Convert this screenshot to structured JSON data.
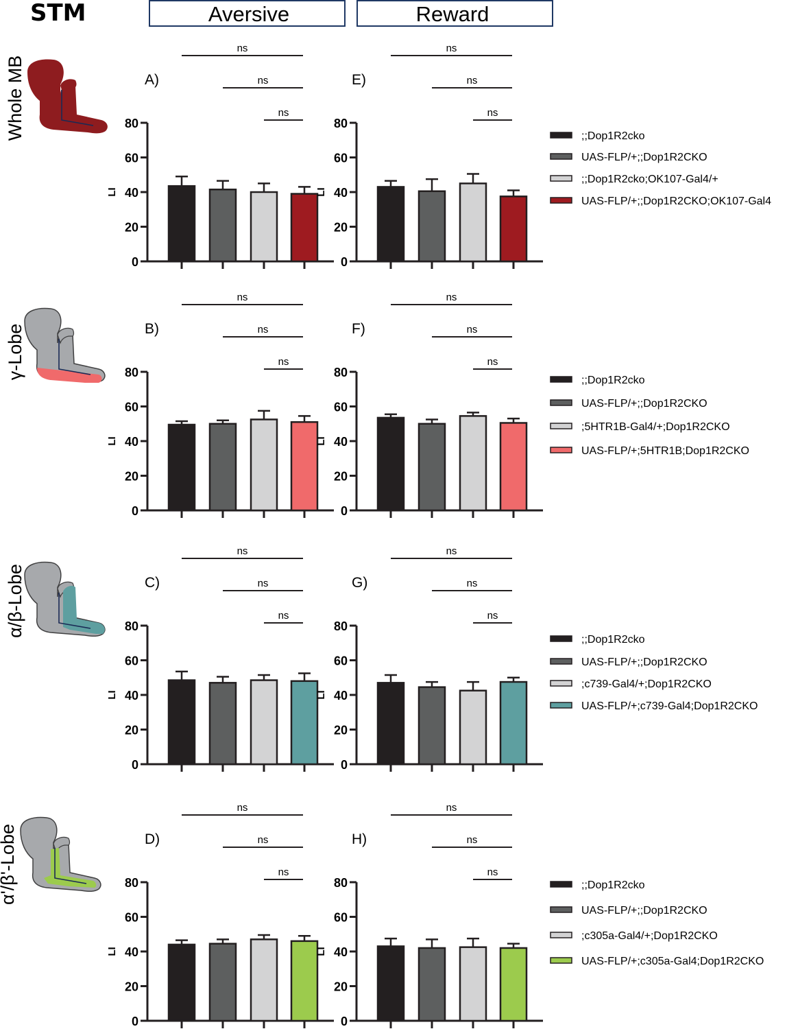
{
  "figure": {
    "title": "STM",
    "columns": [
      "Aversive",
      "Reward"
    ],
    "significance_label": "ns",
    "y_axis_label": "LI",
    "y_ticks": [
      0,
      20,
      40,
      60,
      80
    ]
  },
  "rows": [
    {
      "label": "Whole MB",
      "icon": "mushroom-body-whole-icon",
      "highlight_color": "#8e1c1f",
      "legend": [
        {
          "label": ";;Dop1R2cko",
          "color": "#231f20"
        },
        {
          "label": "UAS-FLP/+;;Dop1R2CKO",
          "color": "#5d5f5f"
        },
        {
          "label": ";;Dop1R2cko;OK107-Gal4/+",
          "color": "#d3d3d4"
        },
        {
          "label": "UAS-FLP/+;;Dop1R2CKO;OK107-Gal4",
          "color": "#9e1b20"
        }
      ]
    },
    {
      "label": "γ-Lobe",
      "icon": "mushroom-body-gamma-lobe-icon",
      "highlight_color": "#f06a6b",
      "legend": [
        {
          "label": ";;Dop1R2cko",
          "color": "#231f20"
        },
        {
          "label": "UAS-FLP/+;;Dop1R2CKO",
          "color": "#5d5f5f"
        },
        {
          "label": ";5HTR1B-Gal4/+;Dop1R2CKO",
          "color": "#d3d3d4"
        },
        {
          "label": "UAS-FLP/+;5HTR1B;Dop1R2CKO",
          "color": "#f06a6b"
        }
      ]
    },
    {
      "label": "α/β-Lobe",
      "icon": "mushroom-body-alpha-beta-lobe-icon",
      "highlight_color": "#5e9fa0",
      "legend": [
        {
          "label": ";;Dop1R2cko",
          "color": "#231f20"
        },
        {
          "label": "UAS-FLP/+;;Dop1R2CKO",
          "color": "#5d5f5f"
        },
        {
          "label": ";c739-Gal4/+;Dop1R2CKO",
          "color": "#d3d3d4"
        },
        {
          "label": "UAS-FLP/+;c739-Gal4;Dop1R2CKO",
          "color": "#5e9fa0"
        }
      ]
    },
    {
      "label": "α'/β'-Lobe",
      "icon": "mushroom-body-alpha-prime-beta-prime-lobe-icon",
      "highlight_color": "#9ccb4d",
      "legend": [
        {
          "label": ";;Dop1R2cko",
          "color": "#231f20"
        },
        {
          "label": "UAS-FLP/+;;Dop1R2CKO",
          "color": "#5d5f5f"
        },
        {
          "label": ";c305a-Gal4/+;Dop1R2CKO",
          "color": "#d3d3d4"
        },
        {
          "label": "UAS-FLP/+;c305a-Gal4;Dop1R2CKO",
          "color": "#9ccb4d"
        }
      ]
    }
  ],
  "chart_data": [
    {
      "panel": "A)",
      "type": "bar",
      "column": "Aversive",
      "row": "Whole MB",
      "ylabel": "LI",
      "ylim": [
        0,
        80
      ],
      "values": [
        43.5,
        41.5,
        40,
        39
      ],
      "errors": [
        5.5,
        5,
        5,
        4
      ],
      "colors": [
        "#231f20",
        "#5d5f5f",
        "#d3d3d4",
        "#9e1b20"
      ],
      "comparisons": [
        "ns",
        "ns",
        "ns"
      ]
    },
    {
      "panel": "B)",
      "type": "bar",
      "column": "Aversive",
      "row": "γ-Lobe",
      "ylabel": "LI",
      "ylim": [
        0,
        80
      ],
      "values": [
        49.5,
        50,
        52.5,
        51
      ],
      "errors": [
        2,
        2,
        5,
        3.5
      ],
      "colors": [
        "#231f20",
        "#5d5f5f",
        "#d3d3d4",
        "#f06a6b"
      ],
      "comparisons": [
        "ns",
        "ns",
        "ns"
      ]
    },
    {
      "panel": "C)",
      "type": "bar",
      "column": "Aversive",
      "row": "α/β-Lobe",
      "ylabel": "LI",
      "ylim": [
        0,
        80
      ],
      "values": [
        48.5,
        47,
        48.5,
        48
      ],
      "errors": [
        5,
        3.5,
        3,
        4.5
      ],
      "colors": [
        "#231f20",
        "#5d5f5f",
        "#d3d3d4",
        "#5e9fa0"
      ],
      "comparisons": [
        "ns",
        "ns",
        "ns"
      ]
    },
    {
      "panel": "D)",
      "type": "bar",
      "column": "Aversive",
      "row": "α'/β'-Lobe",
      "ylabel": "LI",
      "ylim": [
        0,
        80
      ],
      "values": [
        44,
        44.5,
        47,
        46
      ],
      "errors": [
        2.5,
        2.5,
        2.5,
        3
      ],
      "colors": [
        "#231f20",
        "#5d5f5f",
        "#d3d3d4",
        "#9ccb4d"
      ],
      "comparisons": [
        "ns",
        "ns",
        "ns"
      ]
    },
    {
      "panel": "E)",
      "type": "bar",
      "column": "Reward",
      "row": "Whole MB",
      "ylabel": "LI",
      "ylim": [
        0,
        80
      ],
      "values": [
        43,
        40.5,
        45,
        37.5
      ],
      "errors": [
        3.5,
        7,
        5.5,
        3.5
      ],
      "colors": [
        "#231f20",
        "#5d5f5f",
        "#d3d3d4",
        "#9e1b20"
      ],
      "comparisons": [
        "ns",
        "ns",
        "ns"
      ]
    },
    {
      "panel": "F)",
      "type": "bar",
      "column": "Reward",
      "row": "γ-Lobe",
      "ylabel": "LI",
      "ylim": [
        0,
        80
      ],
      "values": [
        53.5,
        50,
        54.5,
        50.5
      ],
      "errors": [
        2,
        2.5,
        2,
        2.5
      ],
      "colors": [
        "#231f20",
        "#5d5f5f",
        "#d3d3d4",
        "#f06a6b"
      ],
      "comparisons": [
        "ns",
        "ns",
        "ns"
      ]
    },
    {
      "panel": "G)",
      "type": "bar",
      "column": "Reward",
      "row": "α/β-Lobe",
      "ylabel": "LI",
      "ylim": [
        0,
        80
      ],
      "values": [
        47,
        44.5,
        42.5,
        47.5
      ],
      "errors": [
        4.5,
        3,
        5,
        2.5
      ],
      "colors": [
        "#231f20",
        "#5d5f5f",
        "#d3d3d4",
        "#5e9fa0"
      ],
      "comparisons": [
        "ns",
        "ns",
        "ns"
      ]
    },
    {
      "panel": "H)",
      "type": "bar",
      "column": "Reward",
      "row": "α'/β'-Lobe",
      "ylabel": "LI",
      "ylim": [
        0,
        80
      ],
      "values": [
        43,
        42,
        42.5,
        42
      ],
      "errors": [
        4.5,
        5,
        5,
        2.5
      ],
      "colors": [
        "#231f20",
        "#5d5f5f",
        "#d3d3d4",
        "#9ccb4d"
      ],
      "comparisons": [
        "ns",
        "ns",
        "ns"
      ]
    }
  ]
}
